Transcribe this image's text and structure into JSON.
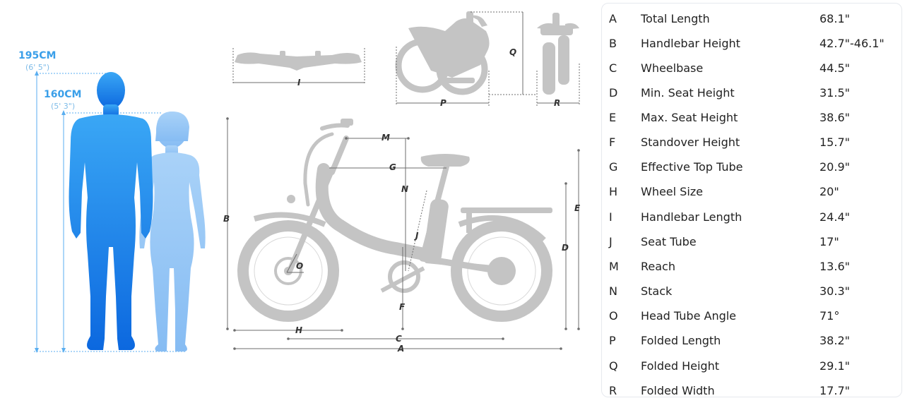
{
  "people": {
    "tall_height": "195CM",
    "tall_height_ft": "(6' 5\")",
    "short_height": "160CM",
    "short_height_ft": "(5' 3\")"
  },
  "colors": {
    "accent": "#2f9be8",
    "man_top": "#38a4f4",
    "man_bottom": "#0f6fe0",
    "woman": "#9ccaf7",
    "bike": "#c4c4c4",
    "dim_line": "#6e6e6e"
  },
  "dimension_labels": {
    "A": "A",
    "B": "B",
    "C": "C",
    "D": "D",
    "E": "E",
    "F": "F",
    "G": "G",
    "H": "H",
    "I": "I",
    "J": "J",
    "M": "M",
    "N": "N",
    "O": "O",
    "P": "P",
    "Q": "Q",
    "R": "R"
  },
  "specs": [
    {
      "letter": "A",
      "name": "Total Length",
      "value": "68.1\""
    },
    {
      "letter": "B",
      "name": "Handlebar Height",
      "value": "42.7\"-46.1\""
    },
    {
      "letter": "C",
      "name": "Wheelbase",
      "value": "44.5\""
    },
    {
      "letter": "D",
      "name": "Min. Seat Height",
      "value": "31.5\""
    },
    {
      "letter": "E",
      "name": "Max. Seat Height",
      "value": "38.6\""
    },
    {
      "letter": "F",
      "name": "Standover Height",
      "value": "15.7\""
    },
    {
      "letter": "G",
      "name": "Effective Top Tube",
      "value": "20.9\""
    },
    {
      "letter": "H",
      "name": "Wheel Size",
      "value": "20\""
    },
    {
      "letter": "I",
      "name": "Handlebar Length",
      "value": "24.4\""
    },
    {
      "letter": "J",
      "name": "Seat Tube",
      "value": "17\""
    },
    {
      "letter": "M",
      "name": "Reach",
      "value": "13.6\""
    },
    {
      "letter": "N",
      "name": "Stack",
      "value": "30.3\""
    },
    {
      "letter": "O",
      "name": "Head Tube Angle",
      "value": "71°"
    },
    {
      "letter": "P",
      "name": "Folded Length",
      "value": "38.2\""
    },
    {
      "letter": "Q",
      "name": "Folded Height",
      "value": "29.1\""
    },
    {
      "letter": "R",
      "name": "Folded Width",
      "value": "17.7\""
    }
  ]
}
